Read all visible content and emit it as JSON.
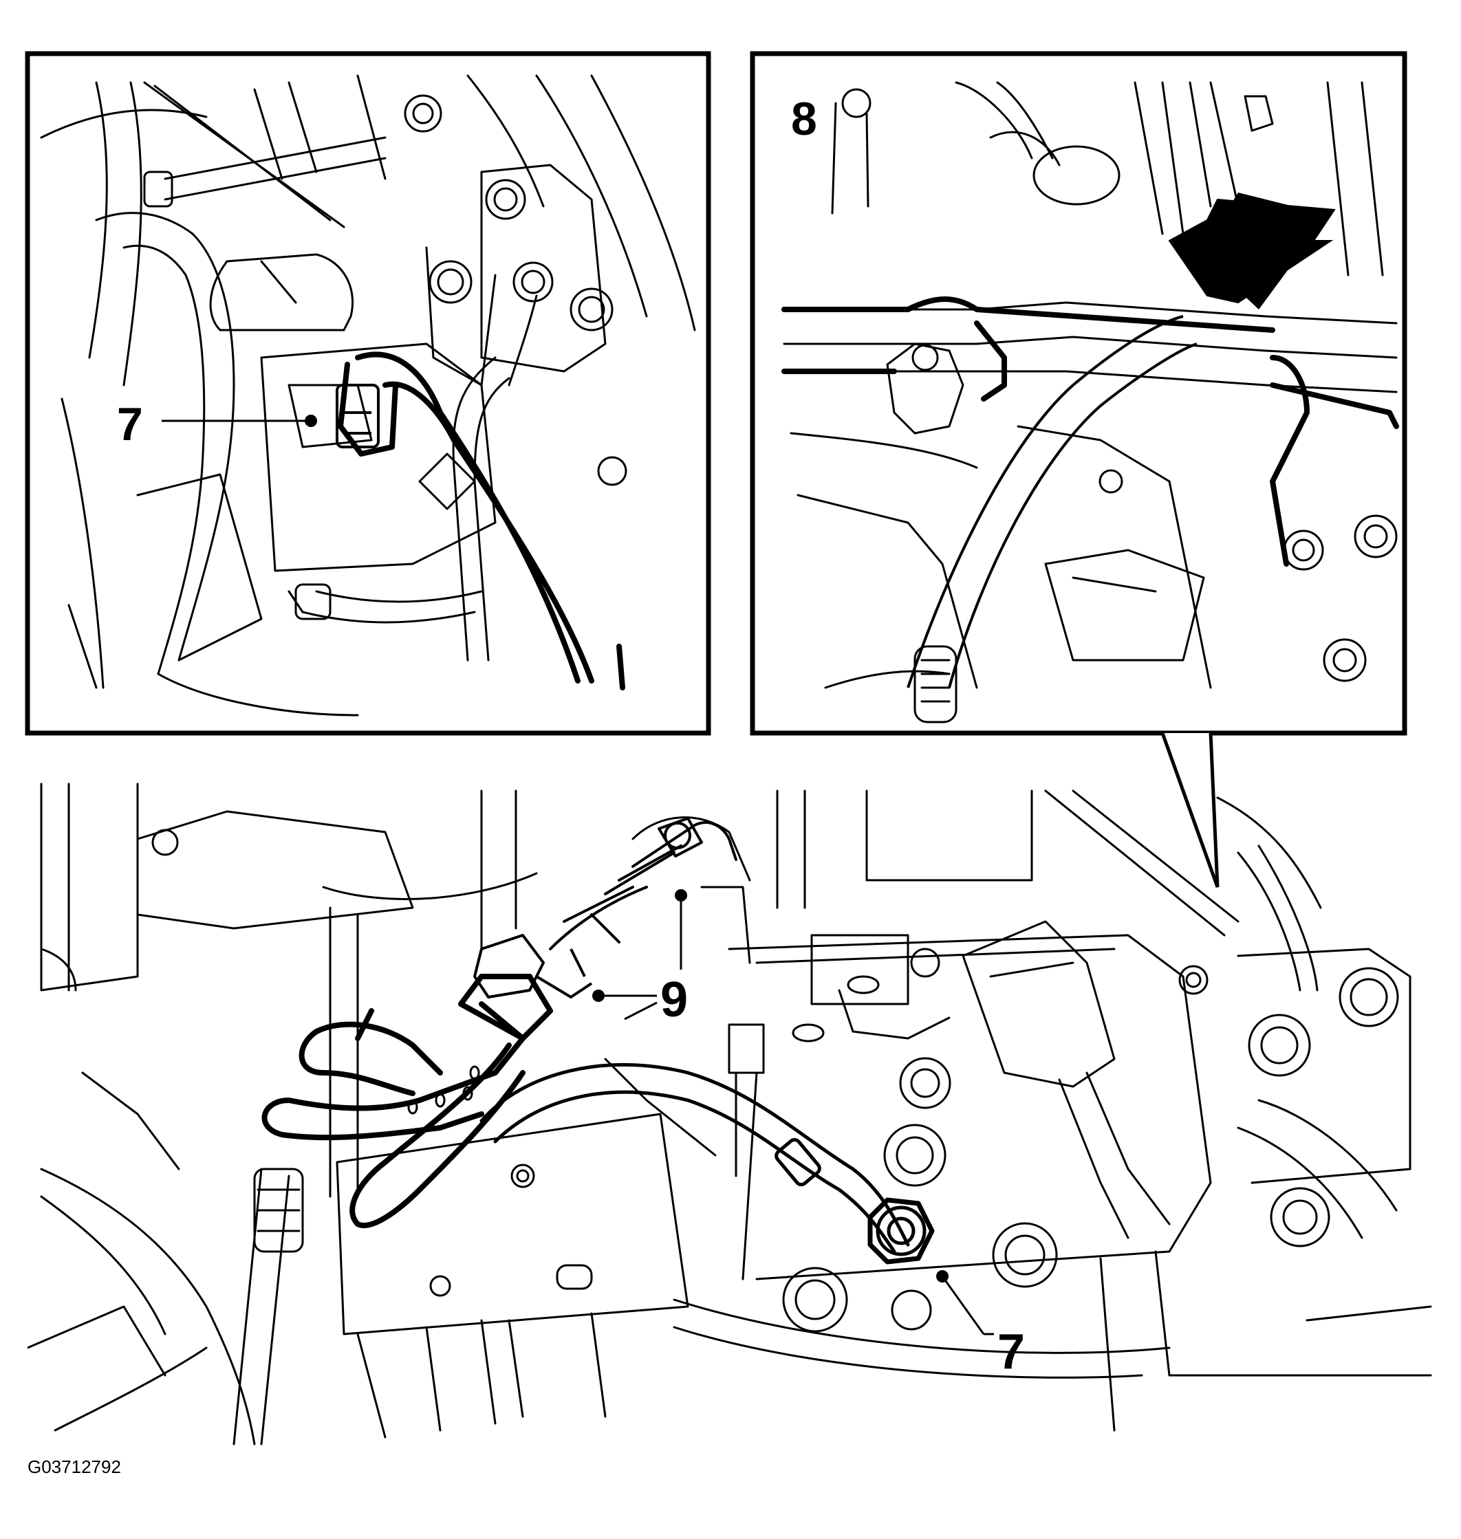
{
  "figure_id": "G03712792",
  "callouts": {
    "top_left_7": "7",
    "top_right_8": "8",
    "bottom_9": "9",
    "bottom_7": "7"
  },
  "colors": {
    "line": "#000000",
    "background": "#ffffff"
  }
}
